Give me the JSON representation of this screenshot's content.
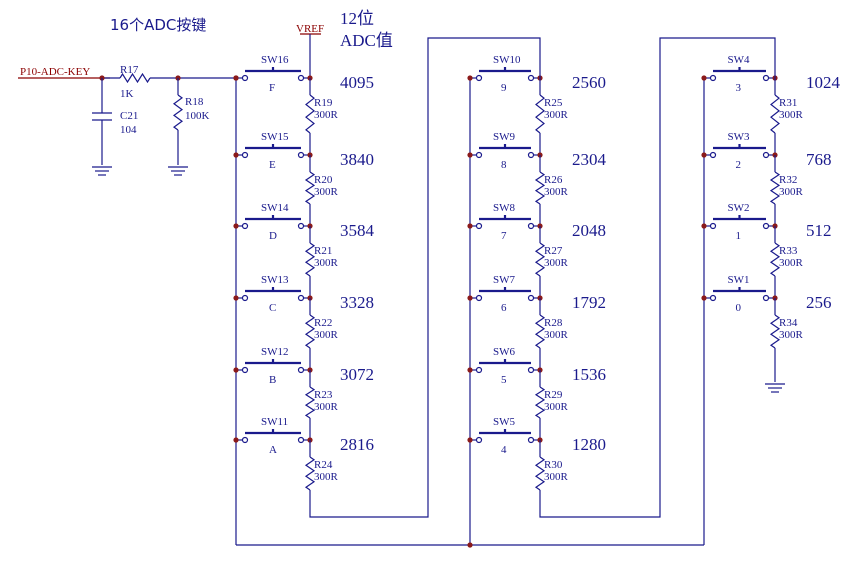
{
  "title": "16个ADC按键",
  "adc_label_line1": "12位",
  "adc_label_line2": "ADC值",
  "vref": "VREF",
  "net": "P10-ADC-KEY",
  "r17": {
    "name": "R17",
    "value": "1K"
  },
  "r18": {
    "name": "R18",
    "value": "100K"
  },
  "c21": {
    "name": "C21",
    "value": "104"
  },
  "res_value": "300R",
  "columns": [
    {
      "rows": [
        {
          "sw": "SW16",
          "key": "F",
          "r": "R19",
          "adc": "4095"
        },
        {
          "sw": "SW15",
          "key": "E",
          "r": "R20",
          "adc": "3840"
        },
        {
          "sw": "SW14",
          "key": "D",
          "r": "R21",
          "adc": "3584"
        },
        {
          "sw": "SW13",
          "key": "C",
          "r": "R22",
          "adc": "3328"
        },
        {
          "sw": "SW12",
          "key": "B",
          "r": "R23",
          "adc": "3072"
        },
        {
          "sw": "SW11",
          "key": "A",
          "r": "R24",
          "adc": "2816"
        }
      ]
    },
    {
      "rows": [
        {
          "sw": "SW10",
          "key": "9",
          "r": "R25",
          "adc": "2560"
        },
        {
          "sw": "SW9",
          "key": "8",
          "r": "R26",
          "adc": "2304"
        },
        {
          "sw": "SW8",
          "key": "7",
          "r": "R27",
          "adc": "2048"
        },
        {
          "sw": "SW7",
          "key": "6",
          "r": "R28",
          "adc": "1792"
        },
        {
          "sw": "SW6",
          "key": "5",
          "r": "R29",
          "adc": "1536"
        },
        {
          "sw": "SW5",
          "key": "4",
          "r": "R30",
          "adc": "1280"
        }
      ]
    },
    {
      "rows": [
        {
          "sw": "SW4",
          "key": "3",
          "r": "R31",
          "adc": "1024"
        },
        {
          "sw": "SW3",
          "key": "2",
          "r": "R32",
          "adc": "768"
        },
        {
          "sw": "SW2",
          "key": "1",
          "r": "R33",
          "adc": "512"
        },
        {
          "sw": "SW1",
          "key": "0",
          "r": "R34",
          "adc": "256"
        }
      ]
    }
  ],
  "colors": {
    "wire": "#1a1a8c",
    "net": "#8b0000",
    "junction": "#8b1a1a"
  }
}
